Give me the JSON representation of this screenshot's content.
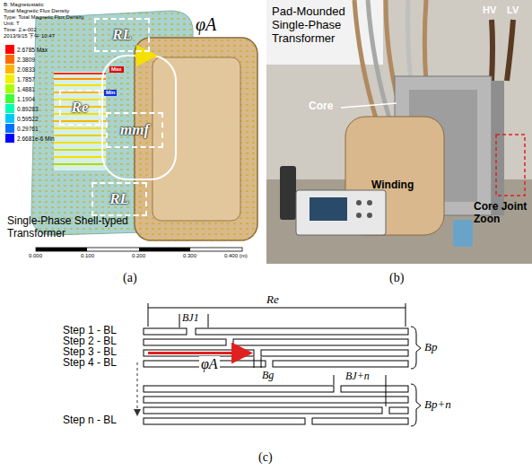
{
  "diagram": {
    "nodes": [
      {
        "text": [
          "RL"
        ]
      },
      {
        "text": [
          "Re"
        ]
      },
      {
        "text": [
          "mmf"
        ]
      },
      {
        "text": [
          "RL"
        ]
      }
    ],
    "labels": [
      "B: Magnetostatic",
      "Total Magnetic Flux Density",
      "Type: Total Magnetic Flux Density",
      "Unit: T",
      "Time: 2.e-002",
      "2013/9/15 下午 10:47",
      "Max",
      "Min",
      "φA",
      "Single-Phase Shell-typed Transformer",
      "0.000",
      "0.100",
      "0.200",
      "0.300",
      "0.400 (m)",
      "(a)",
      "Pad-Mounded Single-Phase Transformer",
      "HV",
      "LV",
      "Core",
      "Winding",
      "Core Joint Zoon",
      "(b)",
      "Re",
      "BJ1",
      "Step 1 - BL",
      "Step 2 - BL",
      "Step 3 - BL",
      "Step 4 - BL",
      "Step n - BL",
      "φA",
      "Bp",
      "Bg",
      "BJ+n",
      "Bp+n",
      "(c)"
    ],
    "legend": [
      {
        "text": "2.6785 Max",
        "color": "#ff0000"
      },
      {
        "text": "2.3809",
        "color": "#ff6a00"
      },
      {
        "text": "2.0833",
        "color": "#ffb400"
      },
      {
        "text": "1.7857",
        "color": "#f0f000"
      },
      {
        "text": "1.4881",
        "color": "#a8ff00"
      },
      {
        "text": "1.1904",
        "color": "#3cff3c"
      },
      {
        "text": "0.89283",
        "color": "#00ffb0"
      },
      {
        "text": "0.59522",
        "color": "#00c8ff"
      },
      {
        "text": "0.29761",
        "color": "#0070ff"
      },
      {
        "text": "2.6681e-6 Min",
        "color": "#0000ff"
      }
    ]
  }
}
